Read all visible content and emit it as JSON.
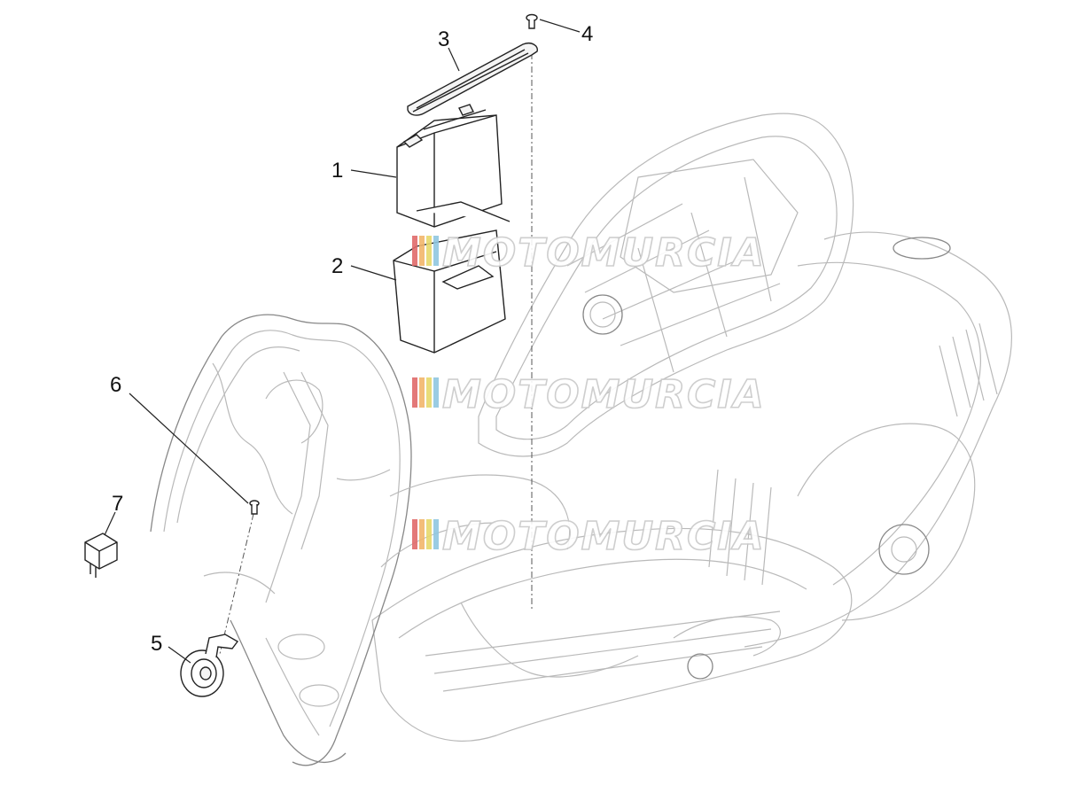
{
  "callouts": [
    {
      "id": "1",
      "label": "1"
    },
    {
      "id": "2",
      "label": "2"
    },
    {
      "id": "3",
      "label": "3"
    },
    {
      "id": "4",
      "label": "4"
    },
    {
      "id": "5",
      "label": "5"
    },
    {
      "id": "6",
      "label": "6"
    },
    {
      "id": "7",
      "label": "7"
    }
  ],
  "watermark": {
    "text": "MOTOMURCIA",
    "stripe_colors": [
      "#e06a6a",
      "#f2b66a",
      "#e7d86a",
      "#8fc7e0"
    ]
  },
  "colors": {
    "line": "#222222",
    "outline": "#b9b9b9",
    "background": "#ffffff"
  }
}
